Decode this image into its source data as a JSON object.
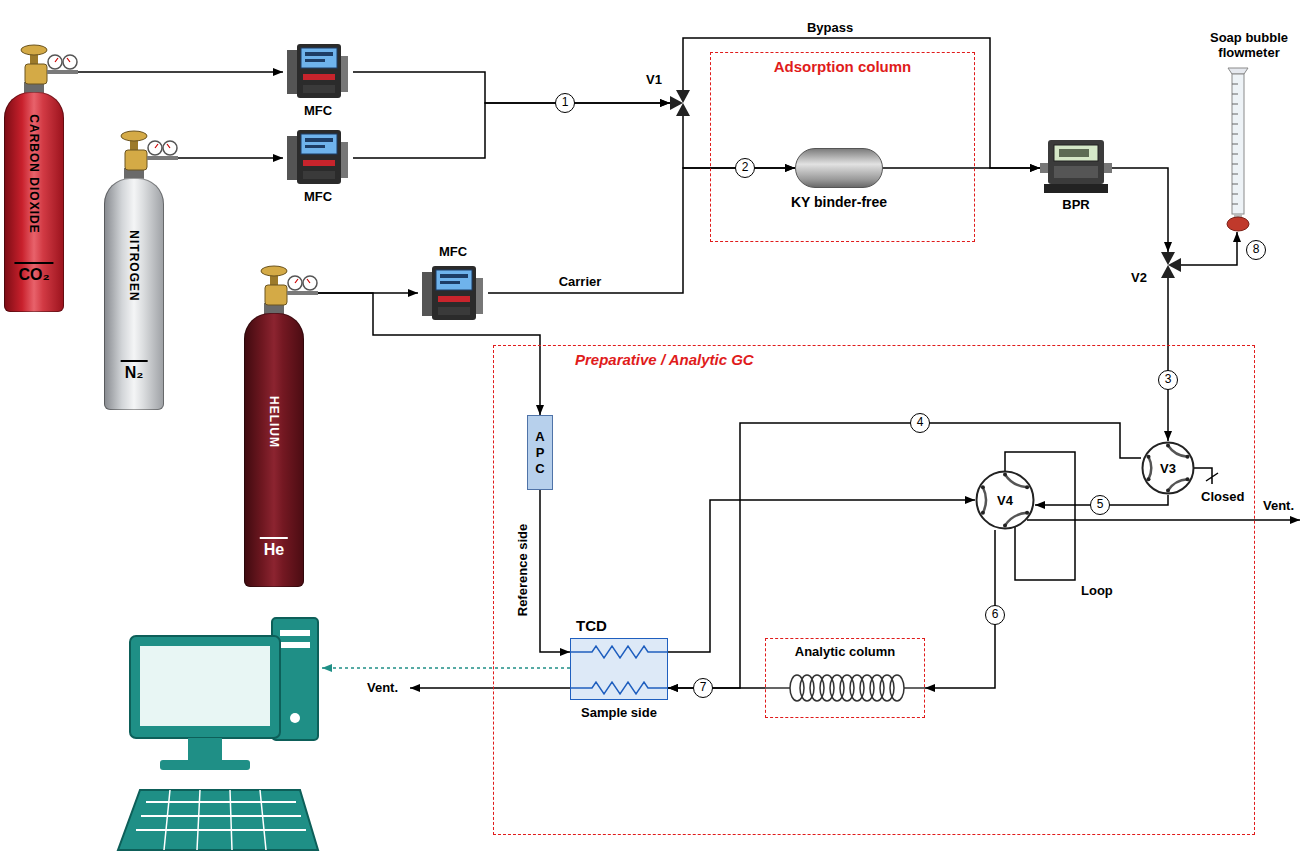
{
  "diagram": {
    "nodes": [
      {
        "text": [
          "CARBON DIOXIDE",
          "CO₂"
        ]
      },
      {
        "text": [
          "NITROGEN",
          "N₂"
        ]
      },
      {
        "text": [
          "HELIUM",
          "He"
        ]
      },
      {
        "text": [
          "MFC"
        ]
      },
      {
        "text": [
          "MFC"
        ]
      },
      {
        "text": [
          "MFC"
        ]
      },
      {
        "text": [
          "V1"
        ]
      },
      {
        "text": [
          "Adsorption column"
        ]
      },
      {
        "text": [
          "KY binder-free"
        ],
        "in": 7
      },
      {
        "text": [
          "BPR"
        ]
      },
      {
        "text": [
          "Soap bubble flowmeter"
        ]
      },
      {
        "text": [
          "V2"
        ]
      },
      {
        "text": [
          "Preparative / Analytic GC"
        ]
      },
      {
        "text": [
          "A P C"
        ],
        "in": 12
      },
      {
        "text": [
          "V3"
        ],
        "in": 12
      },
      {
        "text": [
          "V4"
        ],
        "in": 12
      },
      {
        "text": [
          "TCD"
        ],
        "in": 12
      },
      {
        "text": [
          "Analytic column"
        ],
        "in": 12
      }
    ],
    "edges": [
      {
        "from": 0,
        "to": 3,
        "arrow": "to"
      },
      {
        "from": 1,
        "to": 4,
        "arrow": "to"
      },
      {
        "from": 2,
        "to": 5,
        "arrow": "to"
      },
      {
        "from": 2,
        "to": 13,
        "arrow": "to"
      },
      {
        "from": 3,
        "to": 6,
        "arrow": "to"
      },
      {
        "from": 4,
        "to": 6,
        "arrow": "to"
      },
      {
        "from": 6,
        "to": 8,
        "arrow": "to"
      },
      {
        "from": 5,
        "to": 8,
        "label": "Carrier",
        "arrow": "to"
      },
      {
        "from": 6,
        "to": 9,
        "label": "Bypass",
        "arrow": "to"
      },
      {
        "from": 8,
        "to": 9,
        "arrow": "to"
      },
      {
        "from": 9,
        "to": 11,
        "arrow": "to"
      },
      {
        "from": 11,
        "to": 10,
        "arrow": "to"
      },
      {
        "from": 11,
        "to": 14,
        "arrow": "to"
      },
      {
        "from": 14,
        "to": 16,
        "arrow": "to"
      },
      {
        "from": 14,
        "to": 15,
        "arrow": "to"
      },
      {
        "from": 15,
        "to": 17,
        "arrow": "to"
      },
      {
        "from": 17,
        "to": 16,
        "arrow": "to"
      },
      {
        "from": 13,
        "to": 16,
        "arrow": "to"
      },
      {
        "from": 16,
        "to": 15,
        "arrow": "to"
      }
    ],
    "labels": [
      "1",
      "2",
      "3",
      "4",
      "5",
      "6",
      "7",
      "8",
      "Reference side",
      "Closed",
      "Loop",
      "Vent.",
      "Sample side",
      "Vent."
    ]
  }
}
